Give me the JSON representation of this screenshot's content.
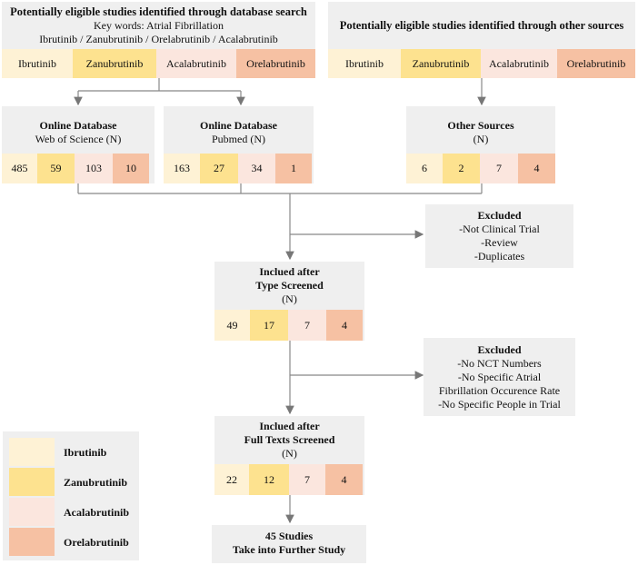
{
  "db_search": {
    "title": "Potentially eligible studies identified through database search",
    "keywords": "Key words: Atrial Fibrillation",
    "drugs": "Ibrutinib / Zanubrutinib / Orelabrutinib / Acalabrutinib",
    "cells": [
      "Ibrutinib",
      "Zanubrutinib",
      "Acalabrutinib",
      "Orelabrutinib"
    ]
  },
  "other_sources": {
    "title": "Potentially eligible studies identified through other sources",
    "cells": [
      "Ibrutinib",
      "Zanubrutinib",
      "Acalabrutinib",
      "Orelabrutinib"
    ]
  },
  "wos": {
    "title": "Online Database",
    "subtitle": "Web of Science (N)",
    "values": [
      "485",
      "59",
      "103",
      "10"
    ]
  },
  "pubmed": {
    "title": "Online Database",
    "subtitle": "Pubmed (N)",
    "values": [
      "163",
      "27",
      "34",
      "1"
    ]
  },
  "other": {
    "title": "Other Sources",
    "subtitle": "(N)",
    "values": [
      "6",
      "2",
      "7",
      "4"
    ]
  },
  "excluded1": {
    "title": "Excluded",
    "lines": [
      "-Not Clinical Trial",
      "-Review",
      "-Duplicates"
    ]
  },
  "type_screened": {
    "title1": "Inclued after",
    "title2": "Type Screened",
    "subtitle": "(N)",
    "values": [
      "49",
      "17",
      "7",
      "4"
    ]
  },
  "excluded2": {
    "title": "Excluded",
    "lines": [
      "-No NCT Numbers",
      "-No Specific Atrial",
      "Fibrillation Occurence Rate",
      "-No Specific People in Trial"
    ]
  },
  "full_texts": {
    "title1": "Inclued after",
    "title2": "Full Texts Screened",
    "subtitle": "(N)",
    "values": [
      "22",
      "12",
      "7",
      "4"
    ]
  },
  "final": {
    "line1": "45 Studies",
    "line2": "Take into Further Study"
  },
  "legend": [
    "Ibrutinib",
    "Zanubrutinib",
    "Acalabrutinib",
    "Orelabrutinib"
  ],
  "colors": {
    "ibrutinib": "#fef2d5",
    "zanubrutinib": "#fde28f",
    "acalabrutinib": "#fbe6de",
    "orelabrutinib": "#f6c1a3",
    "box": "#efefef",
    "arrow": "#777777"
  }
}
